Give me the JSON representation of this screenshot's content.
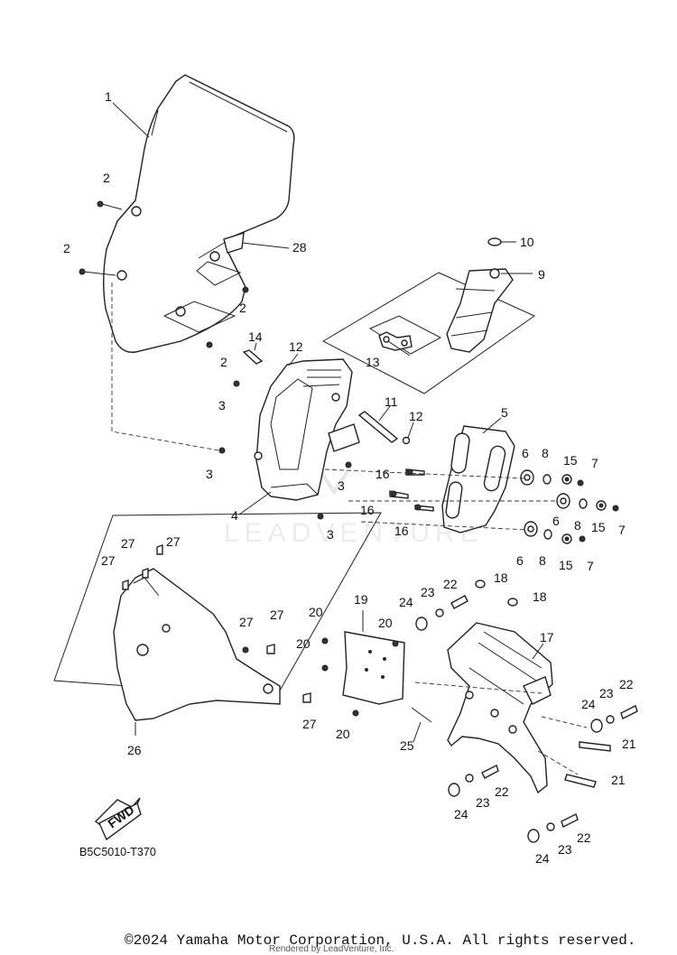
{
  "diagram": {
    "diagram_code": "B5C5010-T370",
    "direction_label": "FWD",
    "watermark": "LEADVENTURE",
    "callouts": [
      "1",
      "2",
      "2",
      "2",
      "2",
      "3",
      "3",
      "3",
      "3",
      "4",
      "5",
      "6",
      "6",
      "6",
      "7",
      "7",
      "7",
      "8",
      "8",
      "8",
      "9",
      "10",
      "11",
      "12",
      "12",
      "13",
      "14",
      "15",
      "15",
      "15",
      "16",
      "16",
      "16",
      "17",
      "18",
      "18",
      "19",
      "20",
      "20",
      "20",
      "20",
      "21",
      "21",
      "22",
      "22",
      "22",
      "22",
      "23",
      "23",
      "23",
      "23",
      "24",
      "24",
      "24",
      "24",
      "25",
      "26",
      "27",
      "27",
      "27",
      "27",
      "27",
      "27",
      "28"
    ]
  },
  "footer": {
    "copyright": "©2024 Yamaha Motor Corporation, U.S.A. All rights reserved.",
    "rendered_by": "Rendered by LeadVenture, Inc."
  }
}
